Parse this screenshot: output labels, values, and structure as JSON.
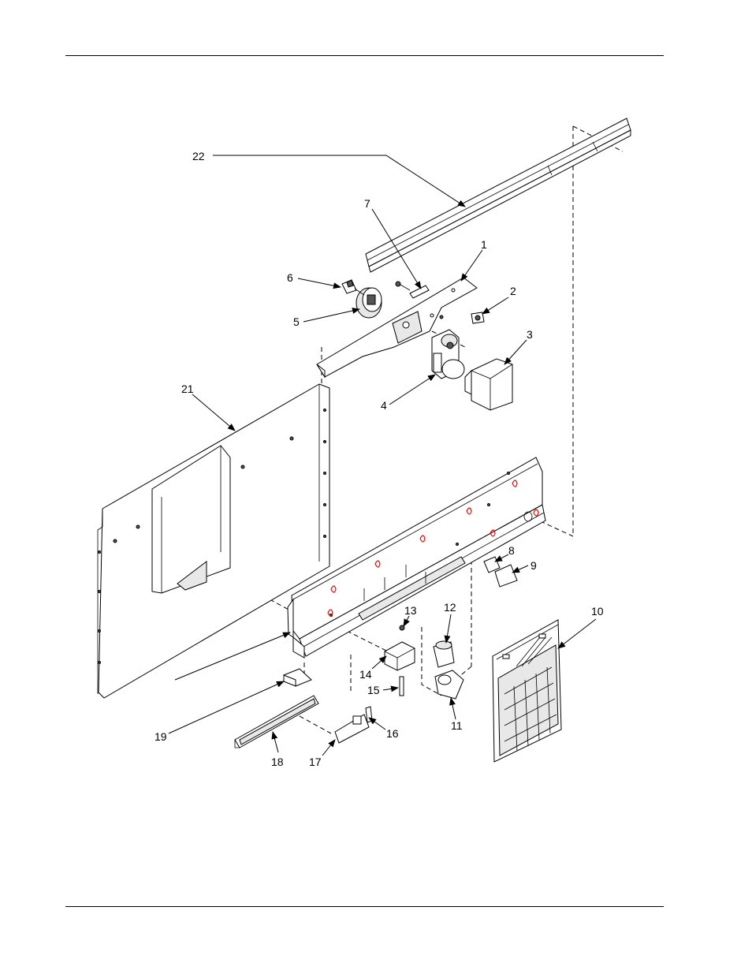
{
  "callouts": [
    {
      "id": "c1",
      "text": "1"
    },
    {
      "id": "c2",
      "text": "2"
    },
    {
      "id": "c3",
      "text": "3"
    },
    {
      "id": "c4",
      "text": "4"
    },
    {
      "id": "c5",
      "text": "5"
    },
    {
      "id": "c6",
      "text": "6"
    },
    {
      "id": "c7",
      "text": "7"
    },
    {
      "id": "c8",
      "text": "8"
    },
    {
      "id": "c9",
      "text": "9"
    },
    {
      "id": "c10",
      "text": "10"
    },
    {
      "id": "c11",
      "text": "11"
    },
    {
      "id": "c12",
      "text": "12"
    },
    {
      "id": "c13",
      "text": "13"
    },
    {
      "id": "c14",
      "text": "14"
    },
    {
      "id": "c15",
      "text": "15"
    },
    {
      "id": "c16",
      "text": "16"
    },
    {
      "id": "c17",
      "text": "17"
    },
    {
      "id": "c18",
      "text": "18"
    },
    {
      "id": "c19",
      "text": "19"
    },
    {
      "id": "c21",
      "text": "21"
    },
    {
      "id": "c22",
      "text": "22"
    }
  ],
  "colors": {
    "line": "#000000",
    "markup": "#e00000",
    "background": "#ffffff"
  }
}
